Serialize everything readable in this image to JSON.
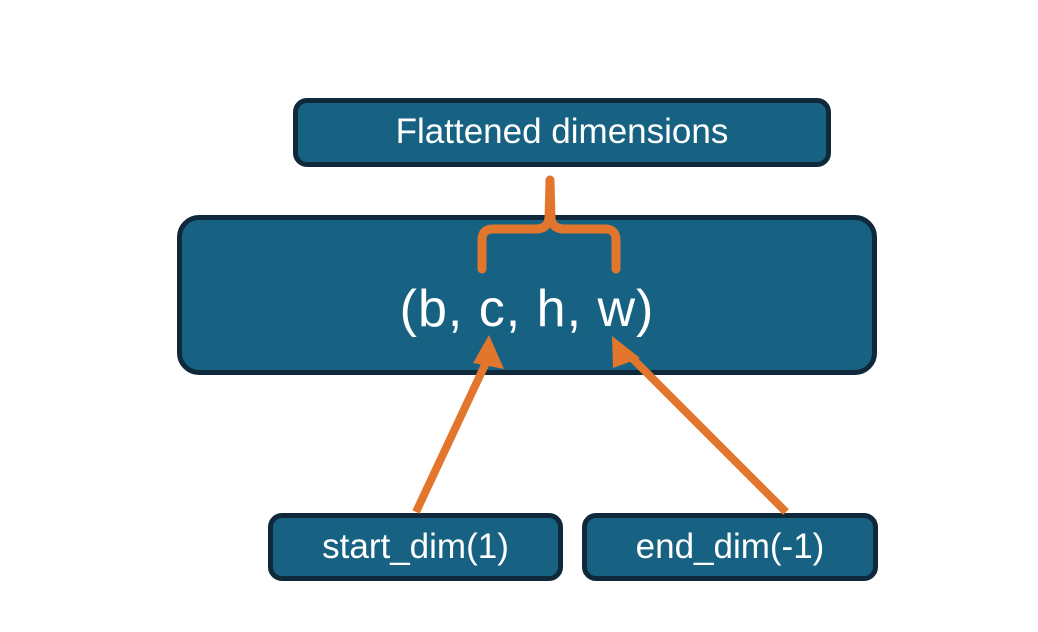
{
  "diagram": {
    "title_box": {
      "label": "Flattened dimensions"
    },
    "shape_box": {
      "label": "(b, c, h, w)"
    },
    "start_box": {
      "label": "start_dim(1)"
    },
    "end_box": {
      "label": "end_dim(-1)"
    },
    "connectors": {
      "brace": "brace-over-flattened-dims",
      "start_arrow": "arrow-start-dim-to-c",
      "end_arrow": "arrow-end-dim-to-w"
    },
    "colors": {
      "box_fill": "#176283",
      "box_border": "#10293a",
      "box_text": "#ffffff",
      "accent": "#e2762c",
      "background": "#ffffff"
    }
  }
}
